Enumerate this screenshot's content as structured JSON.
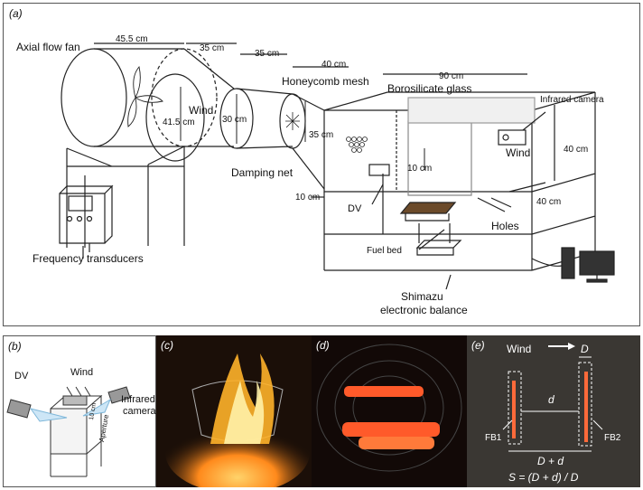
{
  "panels": {
    "a": "(a)",
    "b": "(b)",
    "c": "(c)",
    "d": "(d)",
    "e": "(e)"
  },
  "panel_a": {
    "axial_flow_fan": "Axial flow fan",
    "dim_45_5": "45.5 cm",
    "dim_35_1": "35 cm",
    "dim_35_2": "35 cm",
    "dim_40_top": "40 cm",
    "dim_90": "90 cm",
    "honeycomb_mesh": "Honeycomb mesh",
    "borosilicate_glass": "Borosilicate glass",
    "infrared_camera": "Infrared camera",
    "wind_left": "Wind",
    "dim_41_5": "41.5 cm",
    "dim_30": "30 cm",
    "dim_35_3": "35 cm",
    "damping_net": "Damping net",
    "dim_10_bottom": "10 cm",
    "dv": "DV",
    "dim_10_inner": "10 cm",
    "wind_right": "Wind",
    "dim_40_right": "40 cm",
    "dim_40_depth": "40 cm",
    "holes": "Holes",
    "fuel_bed": "Fuel bed",
    "frequency_transducers": "Frequency transducers",
    "shimazu_1": "Shimazu",
    "shimazu_2": "electronic balance"
  },
  "panel_b": {
    "dv": "DV",
    "wind": "Wind",
    "infrared": "Infrared",
    "camera": "camera",
    "dim_10": "10 cm",
    "aperture": "Aperture"
  },
  "panel_e": {
    "wind": "Wind",
    "D_top": "D",
    "d": "d",
    "fb1": "FB1",
    "fb2": "FB2",
    "D_plus_d": "D + d",
    "formula": "S = (D + d) / D"
  },
  "colors": {
    "line": "#222222",
    "flame": "#ff9a1e",
    "ember": "#ff5a2a",
    "photo_bg_e": "#3a3733"
  }
}
